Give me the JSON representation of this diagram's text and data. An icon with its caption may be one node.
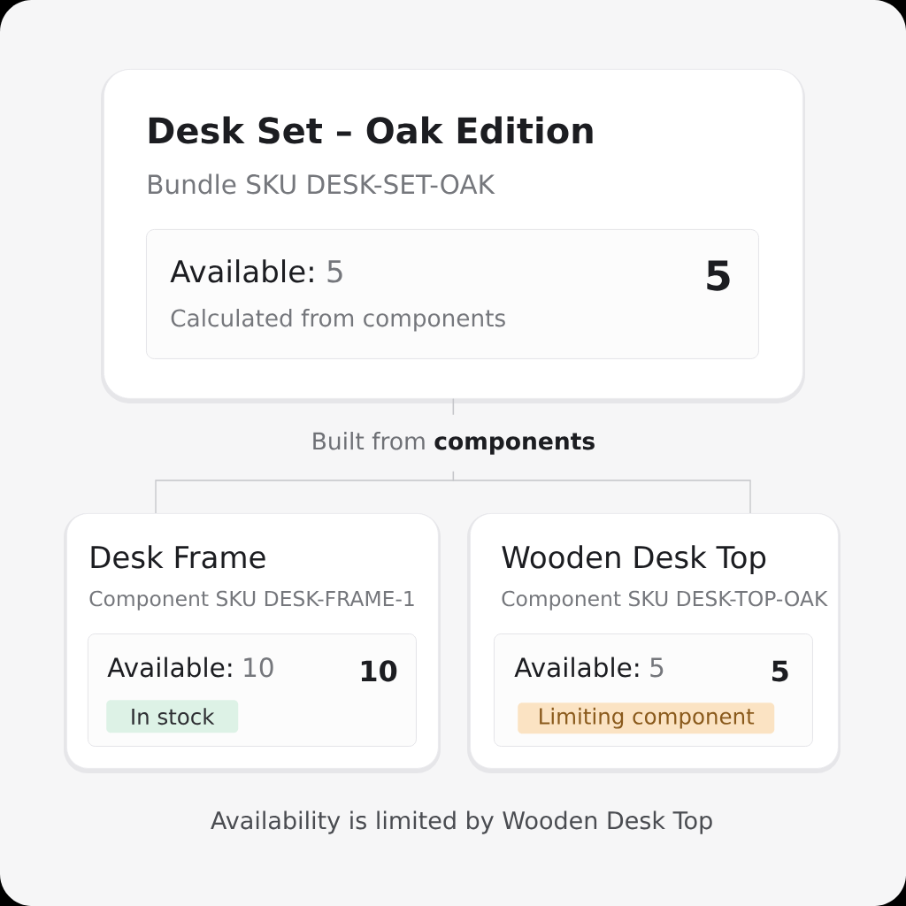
{
  "diagram": {
    "nodes": [
      {
        "text": [
          "Desk Set – Oak Edition",
          "Bundle SKU DESK-SET-OAK"
        ]
      },
      {
        "text": [
          "Available:",
          "5",
          "5",
          "Calculated from components"
        ],
        "in": 0
      },
      {
        "text": [
          "Desk Frame",
          "Component SKU DESK-FRAME-1"
        ]
      },
      {
        "text": [
          "Available:",
          "10",
          "10"
        ],
        "in": 2
      },
      {
        "text": [
          "In stock"
        ],
        "in": 3
      },
      {
        "text": [
          "Wooden Desk Top",
          "Component SKU DESK-TOP-OAK"
        ]
      },
      {
        "text": [
          "Available:",
          "5",
          "5"
        ],
        "in": 5
      },
      {
        "text": [
          "Limiting component"
        ],
        "in": 6
      }
    ],
    "edges": [
      {
        "from": 0,
        "to": 2,
        "arrow": "none",
        "label": "Built from **components**"
      },
      {
        "from": 0,
        "to": 5,
        "arrow": "none"
      }
    ],
    "caption": "Availability is limited by Wooden Desk Top"
  }
}
